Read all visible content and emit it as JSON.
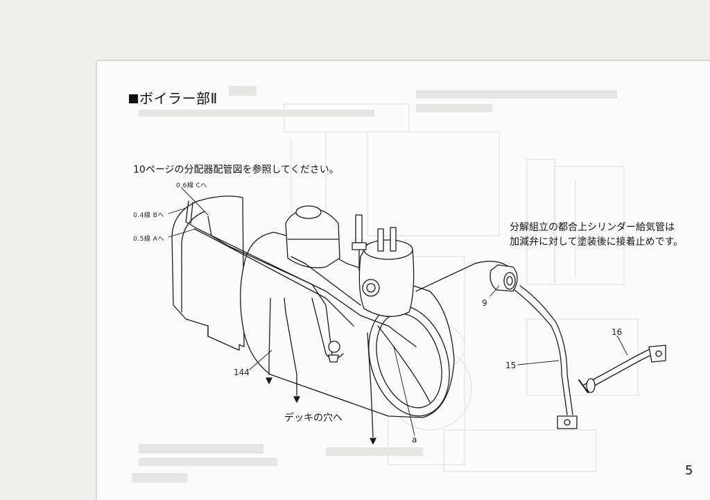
{
  "title": "ボイラー部Ⅱ",
  "reference_note": "10ページの分配器配管図を参照してください。",
  "side_note": [
    "分解組立の都合上シリンダー給気管は",
    "加減弁に対して塗装後に接着止めです。"
  ],
  "wire_labels": {
    "c": "0.6線 Cへ",
    "b": "0.4線 Bへ",
    "a": "0.5線 Aへ"
  },
  "part_labels": {
    "p144": "144",
    "p9": "9",
    "p15": "15",
    "p16": "16",
    "pa": "a"
  },
  "deck_note": "デッキの穴へ",
  "page_number": "5"
}
